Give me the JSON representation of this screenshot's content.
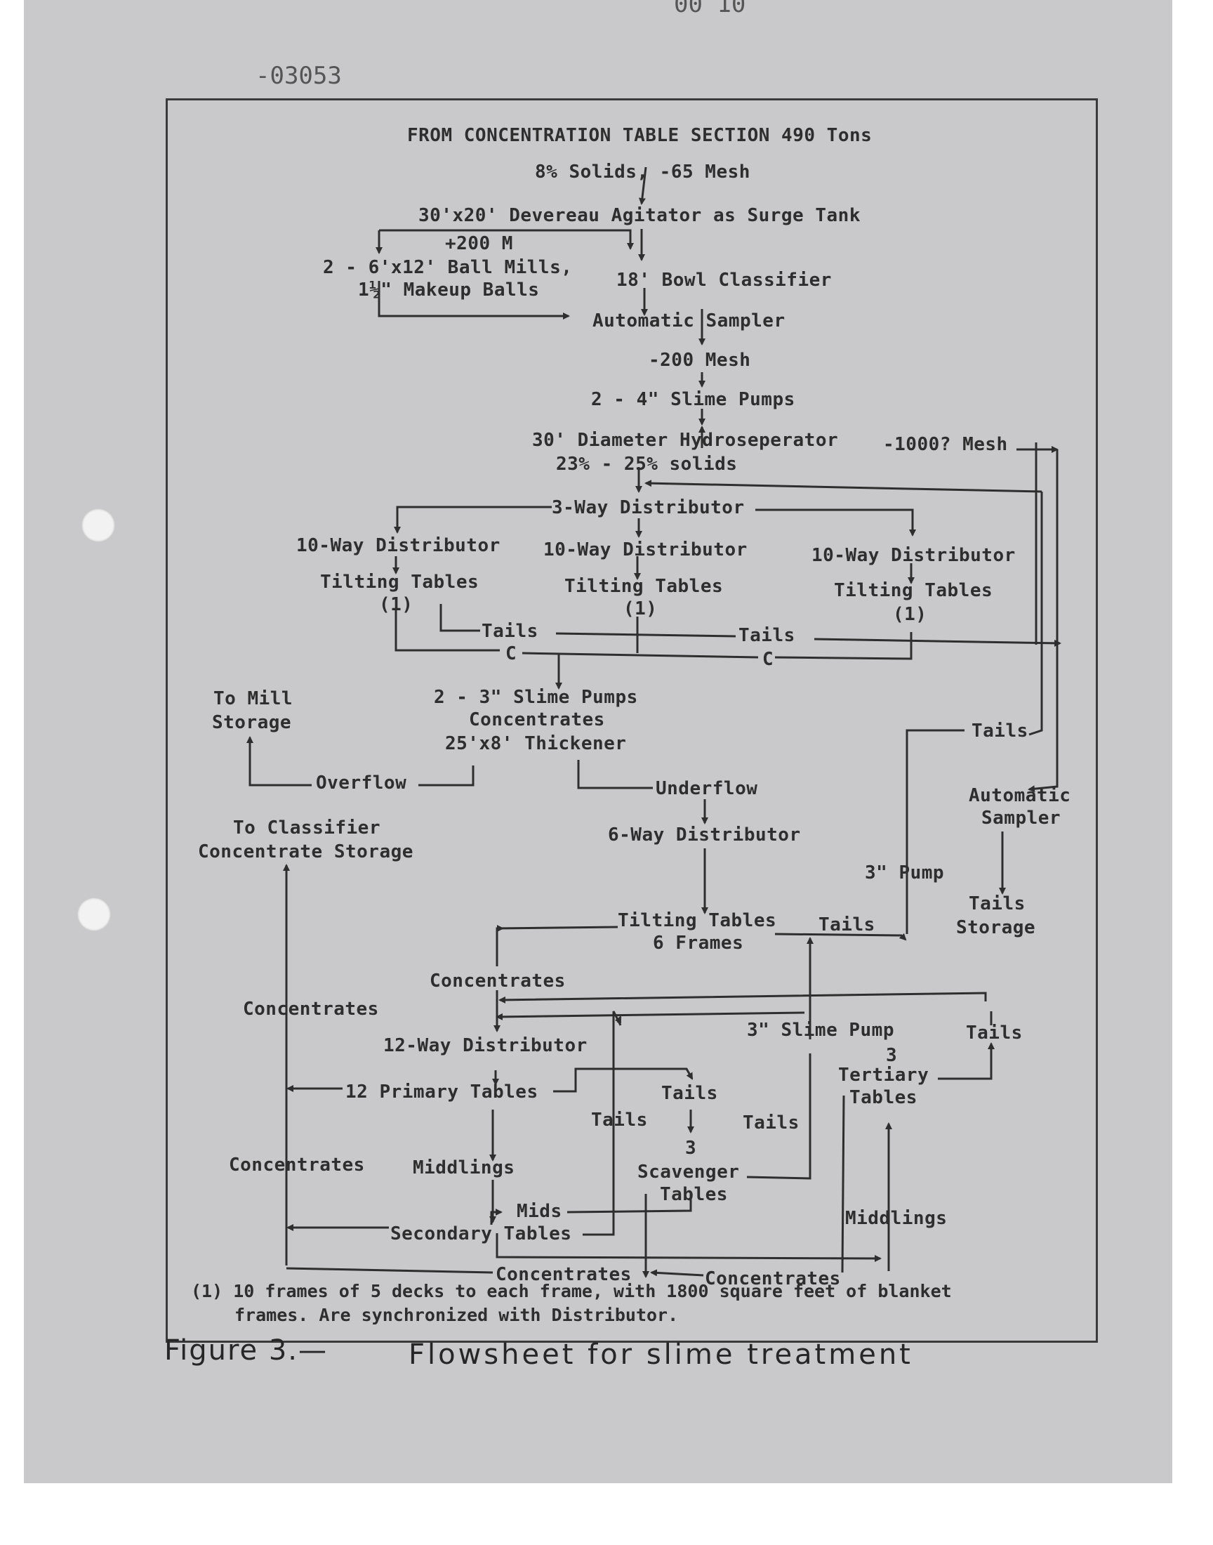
{
  "stamps": {
    "top": "00 10",
    "top_left": "-03053"
  },
  "header": {
    "line1": "FROM CONCENTRATION TABLE SECTION 490 Tons",
    "line2": "8% Solids, -65 Mesh"
  },
  "nodes": {
    "agitator": "30'x20' Devereau Agitator as Surge Tank",
    "plus200": "+200 M",
    "ballmills1": "2 - 6'x12' Ball Mills,",
    "ballmills2": "1½\" Makeup Balls",
    "bowl": "18' Bowl Classifier",
    "sampler1": "Automatic Sampler",
    "minus200": "-200 Mesh",
    "slimepumps4": "2 - 4\" Slime Pumps",
    "hydro1": "30' Diameter Hydroseperator",
    "hydro2": "23% - 25% solids",
    "mesh1000": "-1000? Mesh",
    "dist3": "3-Way Distributor",
    "dist10a": "10-Way Distributor",
    "dist10b": "10-Way Distributor",
    "dist10c": "10-Way Distributor",
    "tilt_a": "Tilting Tables",
    "tilt_b": "Tilting Tables",
    "tilt_c": "Tilting Tables",
    "note_a": "(1)",
    "note_b": "(1)",
    "note_c": "(1)",
    "tails_a": "Tails",
    "tails_b": "Tails",
    "c_a": "C",
    "c_b": "C",
    "tomill1": "To Mill",
    "tomill2": "Storage",
    "slimepumps3": "2 - 3\" Slime Pumps",
    "concentrates_top": "Concentrates",
    "thickener": "25'x8' Thickener",
    "overflow": "Overflow",
    "underflow": "Underflow",
    "tails_right": "Tails",
    "sampler2a": "Automatic",
    "sampler2b": "Sampler",
    "toclass1": "To Classifier",
    "toclass2": "Concentrate Storage",
    "dist6": "6-Way Distributor",
    "pump3": "3\" Pump",
    "tailsstorage1": "Tails",
    "tailsstorage2": "Storage",
    "tilt6a": "Tilting Tables",
    "tilt6b": "6 Frames",
    "tails_mid": "Tails",
    "conc_mid": "Concentrates",
    "conc_left": "Concentrates",
    "dist12": "12-Way Distributor",
    "slimepump3b": "3\" Slime Pump",
    "tails_tert": "Tails",
    "tert1": "3",
    "tert2": "Tertiary",
    "tert3": "Tables",
    "primary": "12 Primary Tables",
    "tails_p1": "Tails",
    "tails_p2": "Tails",
    "tails_p3": "Tails",
    "scav1": "3",
    "scav2": "Scavenger",
    "scav3": "Tables",
    "conc_left2": "Concentrates",
    "middlings": "Middlings",
    "mids": "Mids",
    "secondary": "Secondary Tables",
    "middlings2": "Middlings",
    "conc_bot1": "Concentrates",
    "conc_bot2": "Concentrates"
  },
  "footnote": {
    "line1": "(1) 10 frames of 5 decks to each frame, with 1800 square feet of blanket",
    "line2": "frames.  Are synchronized with Distributor."
  },
  "caption": {
    "label": "Figure 3.—",
    "title": "Flowsheet for slime treatment"
  }
}
